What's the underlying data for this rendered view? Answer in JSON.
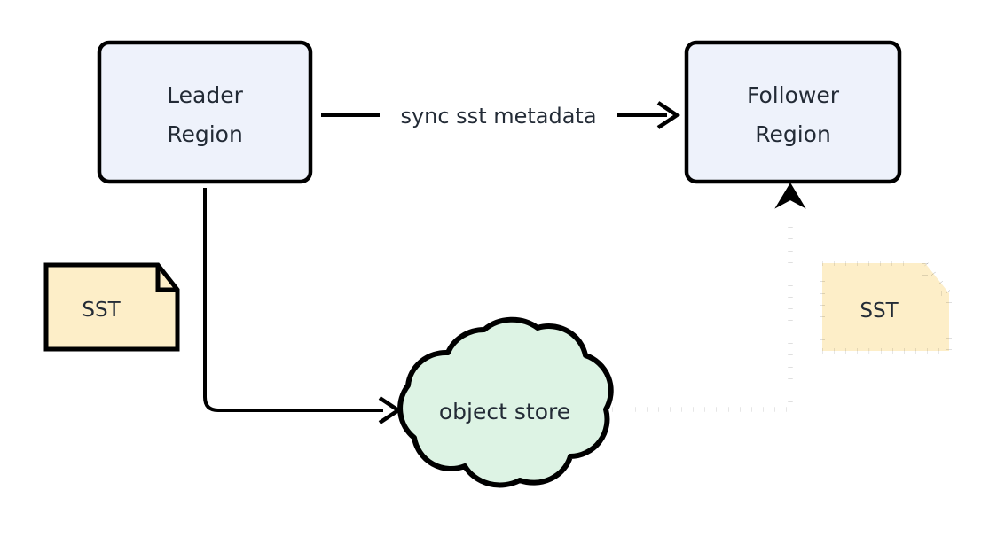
{
  "diagram": {
    "title": "",
    "background_color": "#ffffff",
    "stroke_color": "#000000",
    "text_color": "#232b36",
    "nodes": [
      {
        "id": "leader-region",
        "kind": "rounded-rect",
        "label_line1": "Leader",
        "label_line2": "Region",
        "fill": "#eef2fb",
        "stroke": "#000000"
      },
      {
        "id": "follower-region",
        "kind": "rounded-rect",
        "label_line1": "Follower",
        "label_line2": "Region",
        "fill": "#eef2fb",
        "stroke": "#000000"
      },
      {
        "id": "sst-leader",
        "kind": "note",
        "label": "SST",
        "fill": "#fdeec8",
        "stroke": "#000000",
        "stroke_style": "solid"
      },
      {
        "id": "sst-follower",
        "kind": "note",
        "label": "SST",
        "fill": "#fdeec8",
        "stroke": "#000000",
        "stroke_style": "dotted"
      },
      {
        "id": "object-store",
        "kind": "cloud",
        "label": "object store",
        "fill": "#ddf3e4",
        "stroke": "#000000"
      }
    ],
    "edges": [
      {
        "id": "leader-to-follower",
        "from": "leader-region",
        "to": "follower-region",
        "label": "sync sst metadata",
        "style": "solid",
        "arrowhead": "open"
      },
      {
        "id": "leader-to-object-store",
        "from": "leader-region",
        "to": "object-store",
        "label": "",
        "style": "solid",
        "arrowhead": "open"
      },
      {
        "id": "object-store-to-follower",
        "from": "object-store",
        "to": "follower-region",
        "label": "",
        "style": "dotted",
        "arrowhead": "filled"
      }
    ]
  }
}
